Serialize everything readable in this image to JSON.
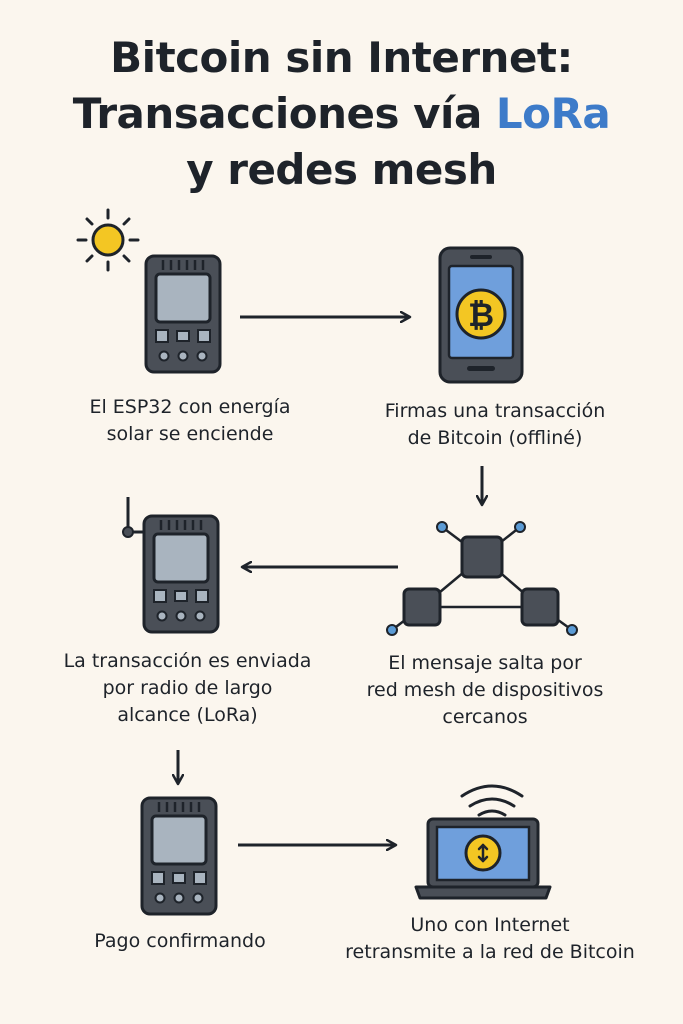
{
  "title": {
    "line1": "Bitcoin sin Internet:",
    "line2_prefix": "Transacciones vía ",
    "line2_highlight": "LoRa",
    "line3": "y redes mesh"
  },
  "steps": [
    {
      "id": "solar-esp32",
      "caption_lines": [
        "El ESP32 con energía",
        "solar se enciende"
      ]
    },
    {
      "id": "sign-phone",
      "caption_lines": [
        "Firmas una transacción",
        "de Bitcoin (offliné)"
      ]
    },
    {
      "id": "mesh",
      "caption_lines": [
        "El mensaje salta por",
        "red mesh de dispositivos",
        "cercanos"
      ]
    },
    {
      "id": "lora-send",
      "caption_lines": [
        "La transacción es enviada",
        "por radio de largo",
        "alcance (LoRa)"
      ]
    },
    {
      "id": "confirmed",
      "caption_lines": [
        "Pago confirmando"
      ]
    },
    {
      "id": "internet-relay",
      "caption_lines": [
        "Uno con Internet",
        "retransmite a la red de Bitcoin"
      ]
    }
  ],
  "colors": {
    "background": "#fbf6ee",
    "device_body": "#4a4f57",
    "chip": "#a9b4bf",
    "screen": "#6f9fdc",
    "coin": "#f3c623",
    "sun": "#f3c623",
    "node_dot": "#5b9bd5",
    "highlight": "#3d7bc9"
  },
  "icons": {
    "sun": "sun-icon",
    "board": "esp32-board-icon",
    "phone": "smartphone-icon",
    "bitcoin": "bitcoin-icon",
    "mesh": "mesh-network-icon",
    "laptop": "laptop-icon",
    "wifi": "wifi-icon",
    "antenna": "antenna-icon"
  }
}
